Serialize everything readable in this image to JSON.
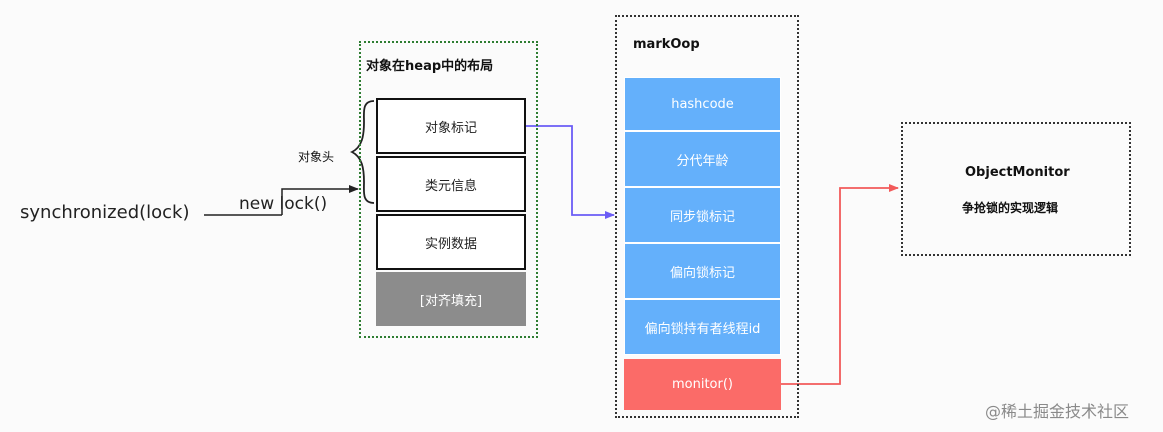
{
  "left_call": {
    "text": "synchronized(lock)",
    "arg_label": "new lock()"
  },
  "heap": {
    "title": "对象在heap中的布局",
    "header_label": "对象头",
    "cells": [
      "对象标记",
      "类元信息",
      "实例数据",
      "[对齐填充]"
    ]
  },
  "markoop": {
    "title": "markOop",
    "cells": [
      "hashcode",
      "分代年龄",
      "同步锁标记",
      "偏向锁标记",
      "偏向锁持有者线程id",
      "monitor()"
    ]
  },
  "monitor_box": {
    "title": "ObjectMonitor",
    "subtitle": "争抢锁的实现逻辑"
  },
  "watermark": "@稀土掘金技术社区",
  "colors": {
    "heap_border": "#2e7d32",
    "blue_cell": "#64b0fb",
    "red_cell": "#fb6b68",
    "gray_cell": "#8c8c8c",
    "purple_arrow": "#6b5cf5",
    "red_arrow": "#f25a5a"
  }
}
